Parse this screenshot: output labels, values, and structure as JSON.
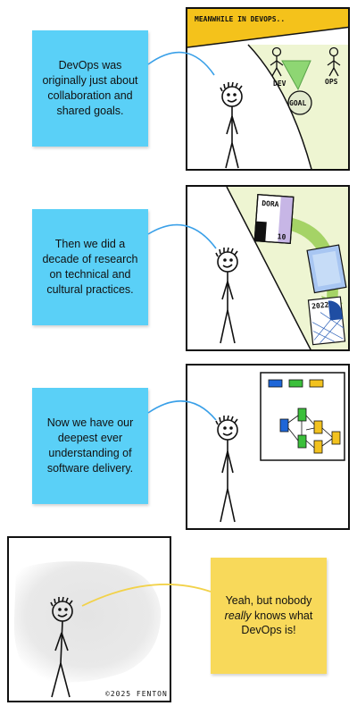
{
  "panels": [
    {
      "note_text": "DevOps was originally just about collaboration and shared goals.",
      "header": "MEANWHILE IN DEVOPS..",
      "labels": {
        "dev": "DEV",
        "ops": "OPS",
        "goal": "GOAL"
      }
    },
    {
      "note_text": "Then we did a decade of research on technical and cultural practices.",
      "docs": {
        "dora": "DORA",
        "dora_num": "10",
        "year": "2022"
      }
    },
    {
      "note_text": "Now we have our deepest ever understanding of software delivery."
    },
    {
      "note_text_before": "Yeah, but nobody",
      "note_text_emph": "really",
      "note_text_after": "knows what DevOps is!",
      "signature": "©2025 FENTON"
    }
  ],
  "colors": {
    "note_blue": "#5ad0f7",
    "note_yellow": "#f8d95a",
    "header_yellow": "#f4c21b",
    "bg_green": "#eef5d2",
    "arrow_green": "#9ccf5a",
    "triangle_green": "#8ed673",
    "connector_blue": "#3aa0e8",
    "connector_yellow": "#f2d24a",
    "box_blue": "#1e66d8",
    "box_green": "#3bbf3b",
    "box_yellow": "#f2c21f"
  }
}
